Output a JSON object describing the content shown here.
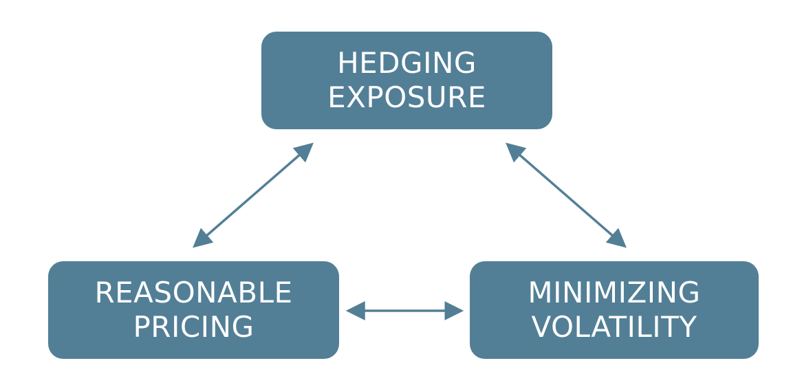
{
  "colors": {
    "box": "#527f96",
    "arrow": "#527f96",
    "text": "#ffffff"
  },
  "nodes": {
    "top": {
      "line1": "HEDGING",
      "line2": "EXPOSURE"
    },
    "left": {
      "line1": "REASONABLE",
      "line2": "PRICING"
    },
    "right": {
      "line1": "MINIMIZING",
      "line2": "VOLATILITY"
    }
  },
  "connections": [
    {
      "from": "top",
      "to": "left",
      "type": "bidirectional"
    },
    {
      "from": "top",
      "to": "right",
      "type": "bidirectional"
    },
    {
      "from": "left",
      "to": "right",
      "type": "bidirectional"
    }
  ]
}
